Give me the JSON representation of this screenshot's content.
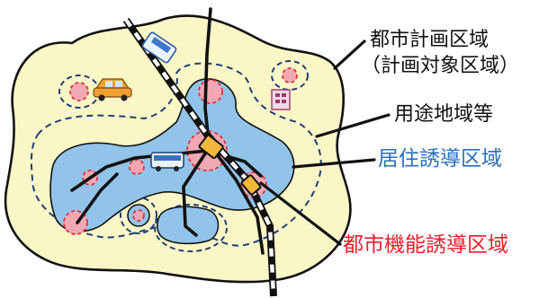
{
  "labels": {
    "city_planning_area": "都市計画区域",
    "city_planning_area_sub": "（計画対象区域）",
    "land_use_zone": "用途地域等",
    "residential_inducement_area": "居住誘導区域",
    "urban_function_inducement_area": "都市機能誘導区域"
  },
  "colors": {
    "city_area_fill": "#fbf6c6",
    "residential_fill": "#92c4ea",
    "function_fill": "#f2a8b2",
    "function_stroke": "#e0303e",
    "dashed_boundary": "#1f3f78",
    "outline": "#111111",
    "label_black": "#111111",
    "label_blue": "#2a6fc0",
    "label_red": "#e51f2a"
  }
}
